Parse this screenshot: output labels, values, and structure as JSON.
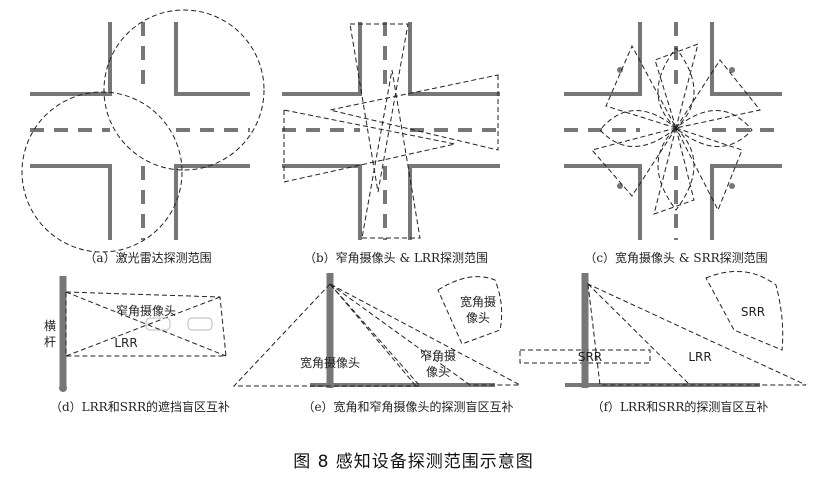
{
  "figure_title": "图 8 感知设备探测范围示意图",
  "panels": {
    "a": {
      "caption": "（a）激光雷达探测范围"
    },
    "b": {
      "caption": "（b）窄角摄像头 & LRR探测范围"
    },
    "c": {
      "caption": "（c）宽角摄像头 & SRR探测范围"
    },
    "d": {
      "caption": "（d）LRR和SRR的遮挡盲区互补",
      "bar_label": "横\n杆",
      "camera_label": "窄角摄像头",
      "lrr_label": "LRR"
    },
    "e": {
      "caption": "（e）宽角和窄角摄像头的探测盲区互补",
      "wide_label": "宽角摄像头",
      "narrow_label": "窄角摄\n像头",
      "wide_label_2": "宽角摄\n像头"
    },
    "f": {
      "caption": "（f）LRR和SRR的探测盲区互补",
      "srr_label": "SRR",
      "srr_label_2": "SRR",
      "lrr_label": "LRR"
    }
  },
  "colors": {
    "road": "#777777",
    "outline": "#222222"
  }
}
